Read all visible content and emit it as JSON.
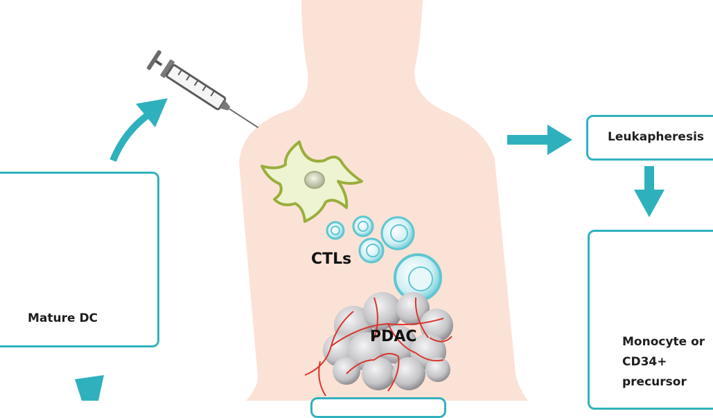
{
  "labels": {
    "mature_dc": "Mature DC",
    "leukapheresis": "Leukapheresis",
    "monocyte": "Monocyte or\nCD34+\nprecursor",
    "ctls": "CTLs",
    "pdac": "PDAC"
  },
  "colors": {
    "arrow": "#2fb1bd",
    "box_border": "#2fb1bd",
    "body_skin": "#fbe2d6",
    "dc_fill": "#eef3d2",
    "dc_stroke": "#9aae3c",
    "ctl_fill": "#dff5f7",
    "ctl_stroke": "#5fc6d1",
    "tumor_fill": "#c9c9cb",
    "vessel": "#d9342b"
  },
  "icons": [
    "syringe-icon",
    "dendritic-cell-icon",
    "monocyte-icon",
    "t-cell-icon",
    "tumor-icon"
  ]
}
